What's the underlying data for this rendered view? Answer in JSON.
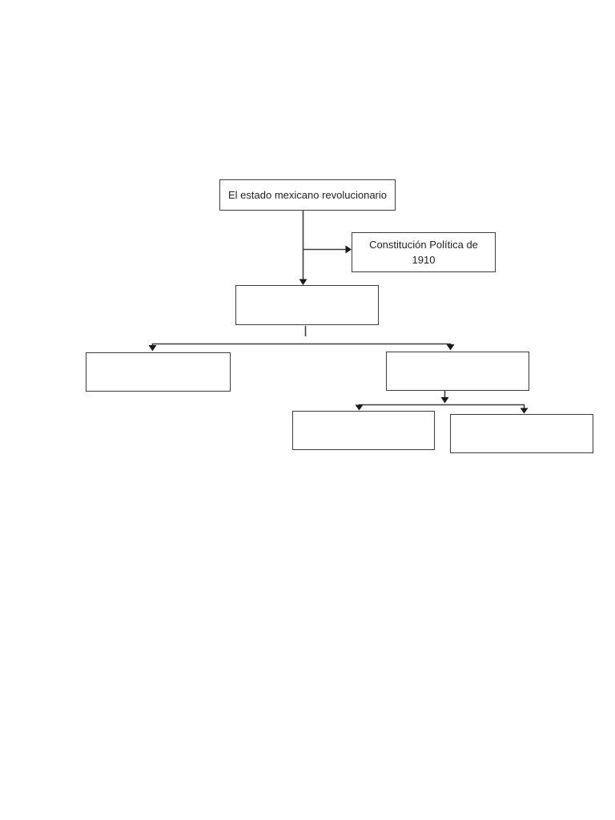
{
  "page": {
    "background_color": "#ffffff"
  },
  "diagram": {
    "type": "flowchart",
    "line_color": "#3f3f3f",
    "arrow_color": "#1a1a1a",
    "border_color": "#3d3d3d",
    "text_color": "#1f1f1f",
    "nodes": {
      "root": {
        "label": "El estado mexicano revolucionario"
      },
      "constitucion": {
        "label": "Constitución Política de 1910"
      },
      "nivel1": {
        "label": ""
      },
      "nivel2_izquierda": {
        "label": ""
      },
      "nivel2_derecha": {
        "label": ""
      },
      "nivel3_izquierda": {
        "label": ""
      },
      "nivel3_derecha": {
        "label": ""
      }
    },
    "edges": [
      {
        "from": "root",
        "to": "nivel1",
        "directed": true
      },
      {
        "from": "root",
        "to": "constitucion",
        "directed": true
      },
      {
        "from": "nivel1",
        "to": "nivel2_izquierda",
        "directed": true
      },
      {
        "from": "nivel1",
        "to": "nivel2_derecha",
        "directed": true
      },
      {
        "from": "nivel2_derecha",
        "to": "nivel3_izquierda",
        "directed": true
      },
      {
        "from": "nivel2_derecha",
        "to": "nivel3_derecha",
        "directed": true
      }
    ]
  }
}
